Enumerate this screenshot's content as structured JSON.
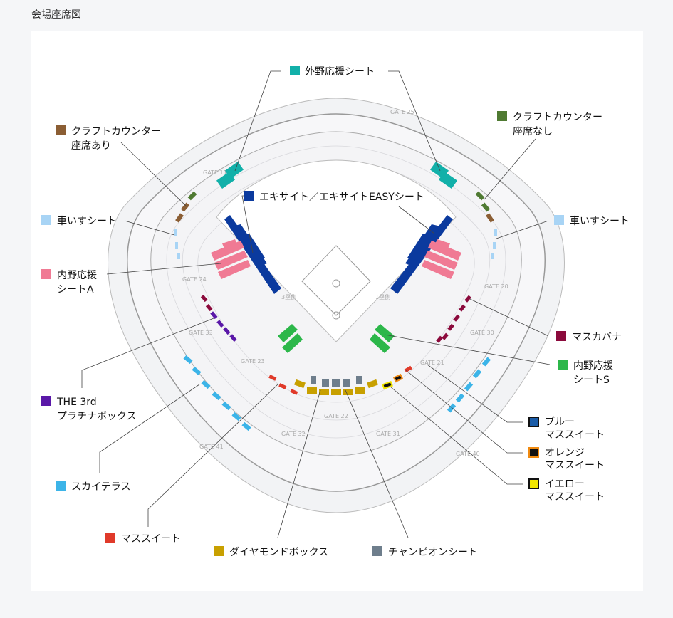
{
  "page_title": "会場座席図",
  "colors": {
    "outfield": "#12b0a9",
    "craft_with": "#8b5e34",
    "craft_without": "#4f7a32",
    "wheelchair": "#a8d4f5",
    "infield_a": "#f07a94",
    "ekisite": "#0b3a9e",
    "masukabana": "#8b0a3c",
    "infield_s": "#2cb74a",
    "platinum": "#5a18a8",
    "skyterrace": "#3cb4e8",
    "massuite": "#e03a2a",
    "diamond": "#c8a000",
    "champion": "#6e7e8c",
    "blue_mass": "#1a5ca8",
    "orange_mass": "#f08a10",
    "yellow_mass": "#f2e600"
  },
  "legend": {
    "outfield": "外野応援シート",
    "craft_with": [
      "クラフトカウンター",
      "座席あり"
    ],
    "craft_without": [
      "クラフトカウンター",
      "座席なし"
    ],
    "wheelchair_left": "車いすシート",
    "wheelchair_right": "車いすシート",
    "infield_a": [
      "内野応援",
      "シートA"
    ],
    "ekisite": "エキサイト／エキサイトEASYシート",
    "masukabana": "マスカバナ",
    "infield_s": [
      "内野応援",
      "シートS"
    ],
    "platinum": [
      "THE 3rd",
      "プラチナボックス"
    ],
    "blue_mass": [
      "ブルー",
      "マススイート"
    ],
    "orange_mass": [
      "オレンジ",
      "マススイート"
    ],
    "yellow_mass": [
      "イエロー",
      "マススイート"
    ],
    "skyterrace": "スカイテラス",
    "massuite": "マススイート",
    "diamond": "ダイヤモンドボックス",
    "champion": "チャンピオンシート"
  },
  "gates": {
    "g25": "GATE 25",
    "g11": "GATE 11",
    "g20": "GATE 20",
    "g24": "GATE 24",
    "g33": "GATE 33",
    "g23": "GATE 23",
    "g22": "GATE 22",
    "g21": "GATE 21",
    "g30": "GATE 30",
    "g31": "GATE 31",
    "g32": "GATE 32",
    "g40": "GATE 40",
    "g41": "GATE 41"
  },
  "bases": {
    "third": "3塁側",
    "first": "1塁側"
  }
}
